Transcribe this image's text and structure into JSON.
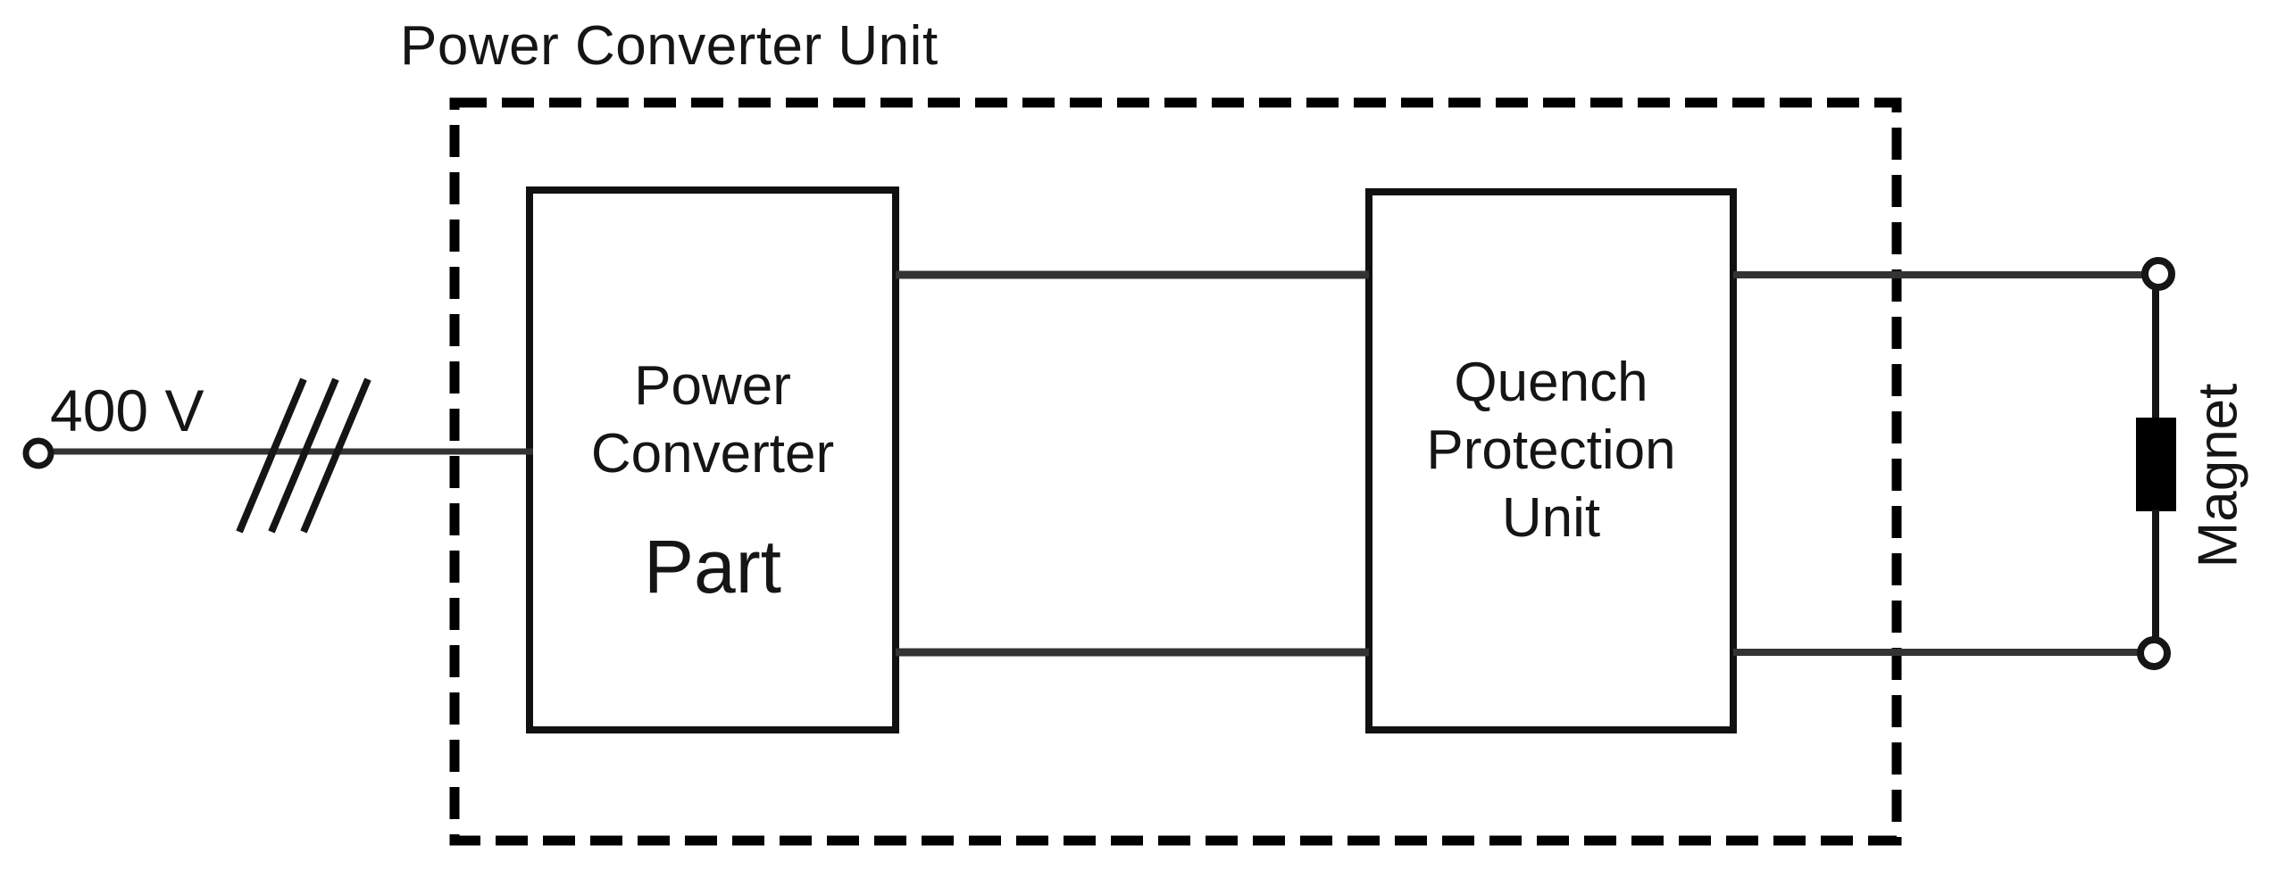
{
  "diagram": {
    "title": "Power Converter Unit",
    "source_label": "400 V",
    "power_converter_box": {
      "line1": "Power",
      "line2": "Converter",
      "line3": "Part"
    },
    "quench_box": {
      "line1": "Quench",
      "line2": "Protection",
      "line3": "Unit"
    },
    "magnet_label": "Magnet",
    "icons": {
      "three_phase_marks": "three-phase-slash-icon",
      "terminals": "terminal-circle-icon"
    },
    "colors": {
      "background": "#ffffff",
      "ink": "#151515",
      "box_border": "#111111",
      "dashed_border": "#000000",
      "wire": "#333333",
      "magnet_fill": "#000000"
    }
  }
}
